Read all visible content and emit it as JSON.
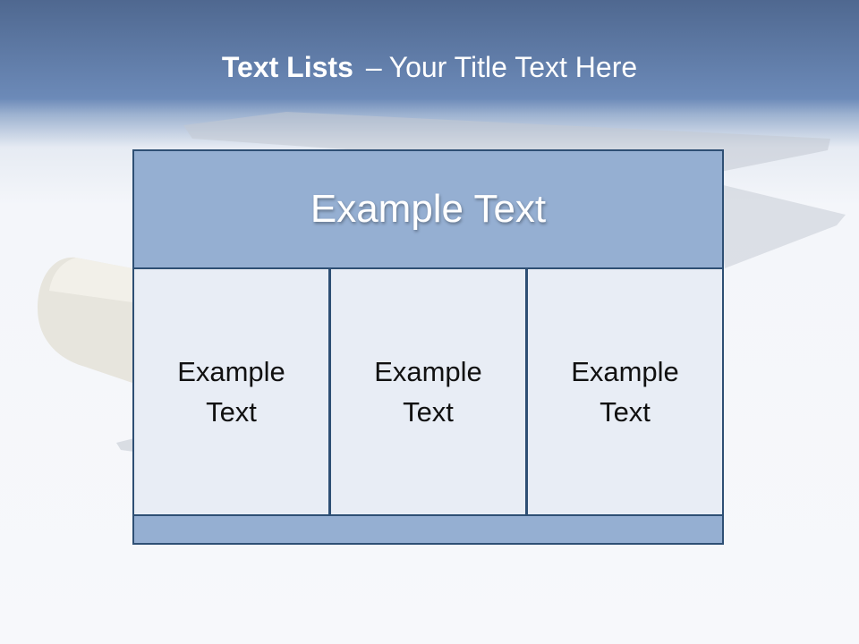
{
  "slide": {
    "title_main": "Text Lists",
    "title_separator": "–",
    "title_sub": "Your Title Text Here"
  },
  "diagram": {
    "header_text": "Example Text",
    "columns": [
      {
        "text": "Example Text"
      },
      {
        "text": "Example Text"
      },
      {
        "text": "Example Text"
      }
    ]
  },
  "colors": {
    "title_band": "#6c8ab8",
    "box_fill_dark": "#95afd2",
    "box_fill_light": "#e8edf5",
    "border": "#2e4f74"
  }
}
